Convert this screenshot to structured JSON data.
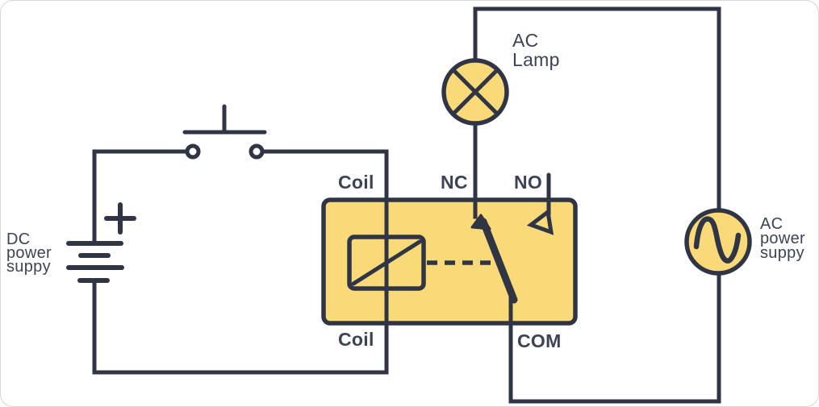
{
  "diagram": {
    "type": "circuit-diagram",
    "description": "Relay circuit: DC-powered coil with push button switching an AC lamp on the NC contact of an AC circuit",
    "colors": {
      "wire": "#2F3545",
      "text": "#3C4357",
      "fill": "#F9D978",
      "bg": "#FFFFFF",
      "frame": "#D6D6D6"
    },
    "labels": {
      "dc_power": {
        "line1": "DC",
        "line2": "power",
        "line3": "suppy"
      },
      "ac_power": {
        "line1": "AC",
        "line2": "power",
        "line3": "suppy"
      },
      "ac_lamp": {
        "line1": "AC",
        "line2": "Lamp"
      },
      "coil_top": "Coil",
      "coil_bottom": "Coil",
      "nc": "NC",
      "no": "NO",
      "com": "COM"
    },
    "components": [
      {
        "name": "dc-power-supply",
        "symbol": "battery-cells-with-plus"
      },
      {
        "name": "push-button-switch",
        "symbol": "normally-open-push-button"
      },
      {
        "name": "relay",
        "symbol": "coil-box-with-spdt-contact"
      },
      {
        "name": "ac-lamp",
        "symbol": "circle-with-x"
      },
      {
        "name": "ac-power-supply",
        "symbol": "circle-with-sine-wave"
      }
    ]
  }
}
